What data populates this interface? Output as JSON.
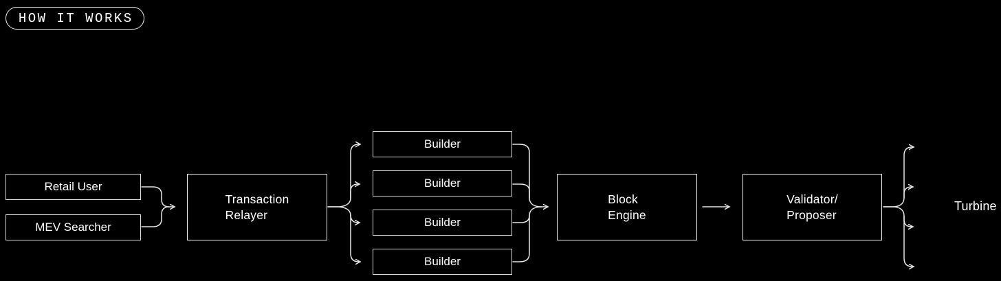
{
  "badge": {
    "label": "HOW IT WORKS"
  },
  "colors": {
    "background": "#000000",
    "box_border": "#d9d9d9",
    "box_border_large": "#f0f0f0",
    "wire": "#e6e6e6",
    "text": "#ffffff"
  },
  "nodes": {
    "retail_user": {
      "label": "Retail User"
    },
    "mev_searcher": {
      "label": "MEV Searcher"
    },
    "transaction_relayer": {
      "label": "Transaction\nRelayer"
    },
    "builders": {
      "labels": [
        "Builder",
        "Builder",
        "Builder",
        "Builder"
      ]
    },
    "block_engine": {
      "label": "Block\nEngine"
    },
    "validator_proposer": {
      "label": "Validator/\nProposer"
    },
    "turbine": {
      "label": "Turbine"
    }
  }
}
